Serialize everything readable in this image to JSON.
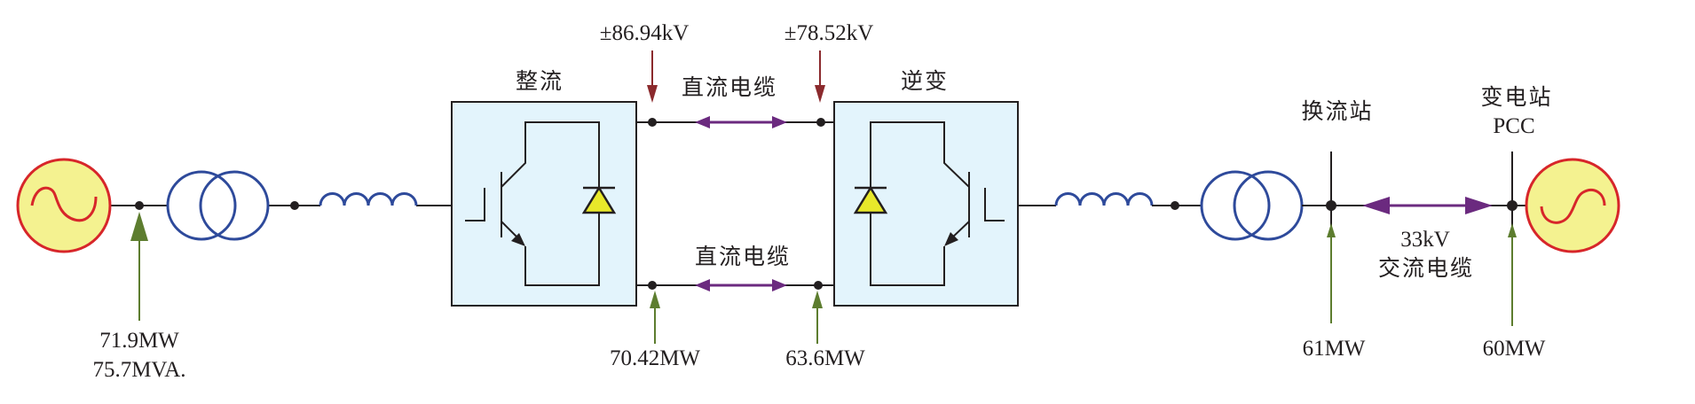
{
  "colors": {
    "line": "#231f20",
    "source_stroke": "#d7262a",
    "source_fill": "#f4f290",
    "transformer": "#2e4a9b",
    "converter_fill": "#e3f4fc",
    "diode_fill": "#e8e82a",
    "voltage_arrow": "#8b2a2d",
    "power_arrow": "#5d7d2f",
    "cable_arrow": "#6b2a7f"
  },
  "source_left": {
    "name": "offshore-generator",
    "icon": "ac-source-icon"
  },
  "source_right": {
    "name": "grid",
    "icon": "ac-source-icon"
  },
  "measurements": {
    "gen_power": "71.9MW",
    "gen_apparent": "75.7MVA.",
    "dc_voltage_rectifier": "±86.94kV",
    "dc_voltage_inverter": "±78.52kV",
    "dc_power_rectifier": "70.42MW",
    "dc_power_inverter": "63.6MW",
    "converter_station_power": "61MW",
    "pcc_power": "60MW"
  },
  "labels": {
    "rectifier": "整流",
    "inverter": "逆变",
    "dc_cable_top": "直流电缆",
    "dc_cable_bottom": "直流电缆",
    "converter_station": "换流站",
    "substation": "变电站",
    "pcc": "PCC",
    "ac_cable_voltage": "33kV",
    "ac_cable": "交流电缆"
  }
}
